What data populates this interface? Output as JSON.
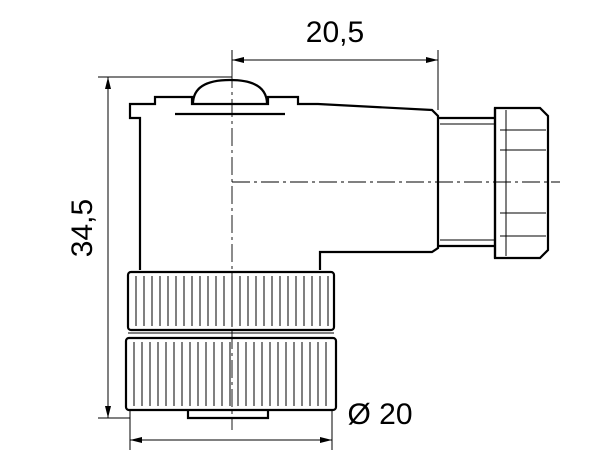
{
  "dimensions": {
    "width_label": "20,5",
    "height_label": "34,5",
    "diameter_label": "Ø 20"
  },
  "colors": {
    "line": "#000000",
    "background": "#ffffff"
  }
}
